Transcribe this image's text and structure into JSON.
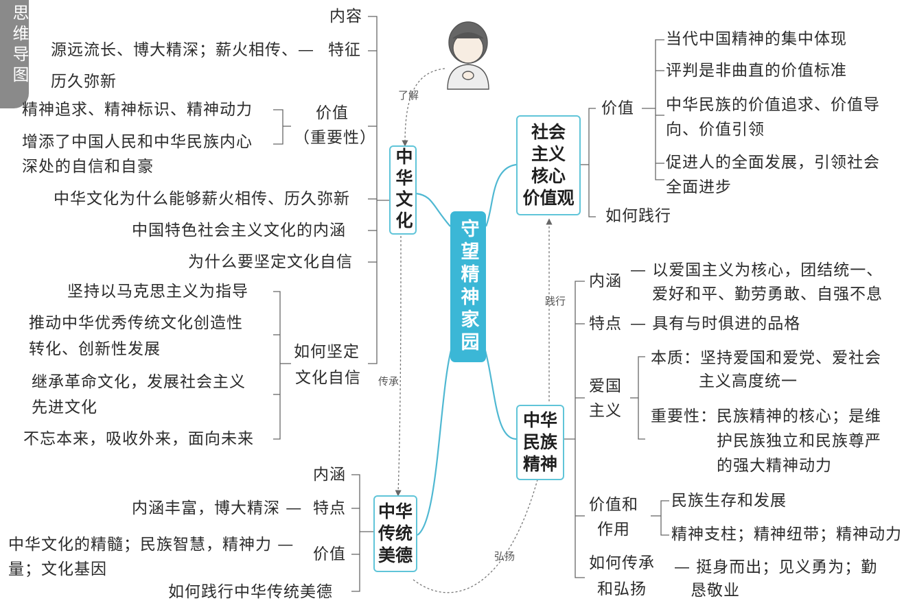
{
  "tag": "思维导图",
  "center": "守望精神家园",
  "girl_label": "了解",
  "arrows": {
    "inherit": "传承",
    "practice": "践行",
    "promote": "弘扬"
  },
  "culture": {
    "title": "中华文化",
    "content": "内容",
    "feature": "特征",
    "feature_text1": "源远流长、博大精深；薪火相传、—",
    "feature_text2": "历久弥新",
    "value": "价值",
    "value_sub": "（重要性）",
    "value_item1": "精神追求、精神标识、精神动力",
    "value_item2a": "增添了中国人民和中华民族内心",
    "value_item2b": "深处的自信和自豪",
    "why": "中华文化为什么能够薪火相传、历久弥新",
    "meaning": "中国特色社会主义文化的内涵",
    "why_confident": "为什么要坚定文化自信",
    "how1": "如何坚定",
    "how2": "文化自信",
    "how_item1": "坚持以马克思主义为指导",
    "how_item2a": "推动中华优秀传统文化创造性",
    "how_item2b": "转化、创新性发展",
    "how_item3a": "继承革命文化，发展社会主义",
    "how_item3b": "先进文化",
    "how_item4": "不忘本来，吸收外来，面向未来"
  },
  "virtue": {
    "title1": "中华",
    "title2": "传统",
    "title3": "美德",
    "meaning": "内涵",
    "feature": "特点",
    "feature_text": "内涵丰富，博大精深 —",
    "value": "价值",
    "value_text1": "中华文化的精髓；民族智慧，精神力 —",
    "value_text2": "量；文化基因",
    "practice": "如何践行中华传统美德"
  },
  "core": {
    "title1": "社会",
    "title2": "主义",
    "title3": "核心",
    "title4": "价值观",
    "value": "价值",
    "item1": "当代中国精神的集中体现",
    "item2": "评判是非曲直的价值标准",
    "item3a": "中华民族的价值追求、价值导",
    "item3b": "向、价值引领",
    "item4a": "促进人的全面发展，引领社会",
    "item4b": "全面进步",
    "practice": "如何践行"
  },
  "spirit": {
    "title1": "中华",
    "title2": "民族",
    "title3": "精神",
    "meaning": "内涵",
    "meaning_text1": "— 以爱国主义为核心，团结统一、",
    "meaning_text2": "爱好和平、勤劳勇敢、自强不息",
    "feature": "特点",
    "feature_text": "— 具有与时俱进的品格",
    "patriot1": "爱国",
    "patriot2": "主义",
    "essence1": "本质：坚持爱国和爱党、爱社会",
    "essence2": "主义高度统一",
    "importance1": "重要性：民族精神的核心；是维",
    "importance2": "护民族独立和民族尊严",
    "importance3": "的强大精神动力",
    "role1": "价值和",
    "role2": "作用",
    "role_item1": "民族生存和发展",
    "role_item2": "精神支柱；精神纽带；精神动力",
    "how1": "如何传承",
    "how2": "和弘扬",
    "how_text1": "— 挺身而出；见义勇为；勤",
    "how_text2": "恳敬业"
  }
}
